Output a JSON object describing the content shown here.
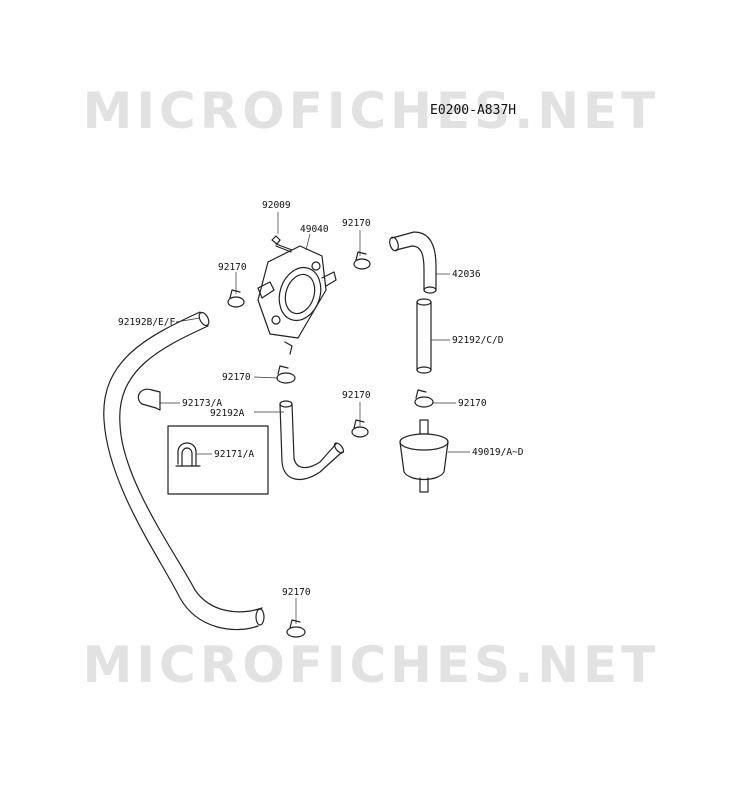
{
  "watermark": "MICROFICHES.NET",
  "diagram_code": "E0200-A837H",
  "callouts": [
    {
      "id": "c1",
      "part": "92009"
    },
    {
      "id": "c2",
      "part": "49040"
    },
    {
      "id": "c3",
      "part": "92170"
    },
    {
      "id": "c4",
      "part": "92170"
    },
    {
      "id": "c5",
      "part": "42036"
    },
    {
      "id": "c6",
      "part": "92192B/E/F"
    },
    {
      "id": "c7",
      "part": "92192/C/D"
    },
    {
      "id": "c8",
      "part": "92170"
    },
    {
      "id": "c9",
      "part": "92170"
    },
    {
      "id": "c10",
      "part": "92170"
    },
    {
      "id": "c11",
      "part": "92173/A"
    },
    {
      "id": "c12",
      "part": "92192A"
    },
    {
      "id": "c13",
      "part": "49019/A~D"
    },
    {
      "id": "c14",
      "part": "92171/A"
    },
    {
      "id": "c15",
      "part": "92170"
    }
  ]
}
